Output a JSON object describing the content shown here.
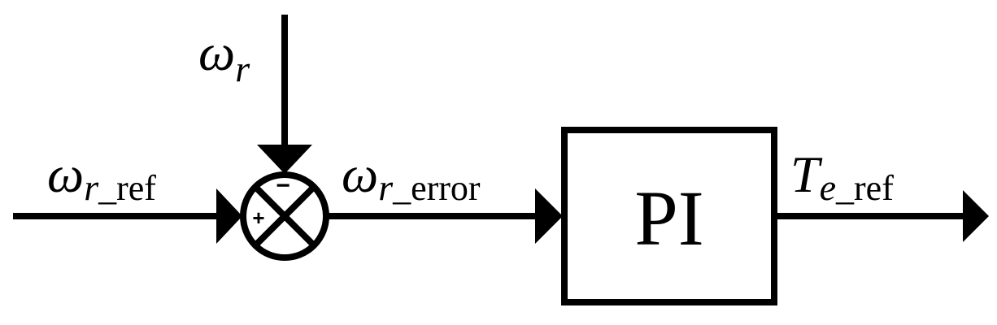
{
  "signals": {
    "feedback": {
      "symbol": "ω",
      "subscript": "r"
    },
    "reference": {
      "symbol": "ω",
      "subscript": "r",
      "suffix": "_ref"
    },
    "error": {
      "symbol": "ω",
      "subscript": "r",
      "suffix": "_error"
    },
    "output": {
      "symbol": "T",
      "subscript": "e",
      "suffix": "_ref"
    }
  },
  "summing_junction": {
    "plus_sign": "+",
    "minus_sign": "−"
  },
  "controller": {
    "label": "PI"
  }
}
